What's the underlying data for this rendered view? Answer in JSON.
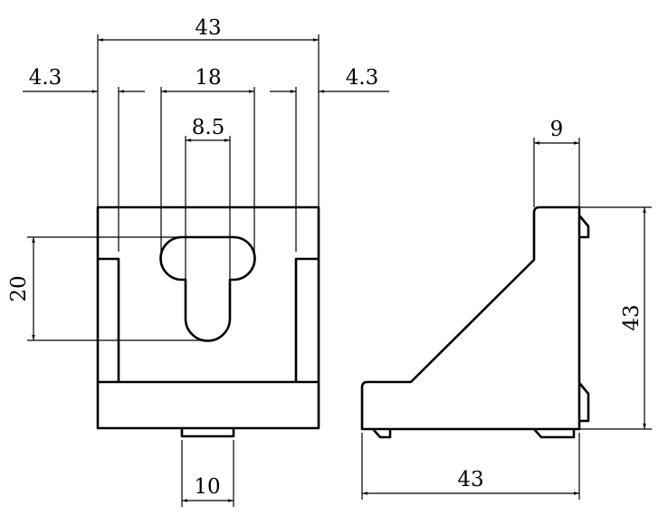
{
  "front_view": {
    "dim_width": "43",
    "dim_left_offset": "4.3",
    "dim_head_width": "18",
    "dim_stem_width": "8.5",
    "dim_right_offset": "4.3",
    "dim_slot_height": "20",
    "dim_tab_width": "10"
  },
  "side_view": {
    "dim_top_thickness": "9",
    "dim_height": "43",
    "dim_base_width": "43"
  }
}
